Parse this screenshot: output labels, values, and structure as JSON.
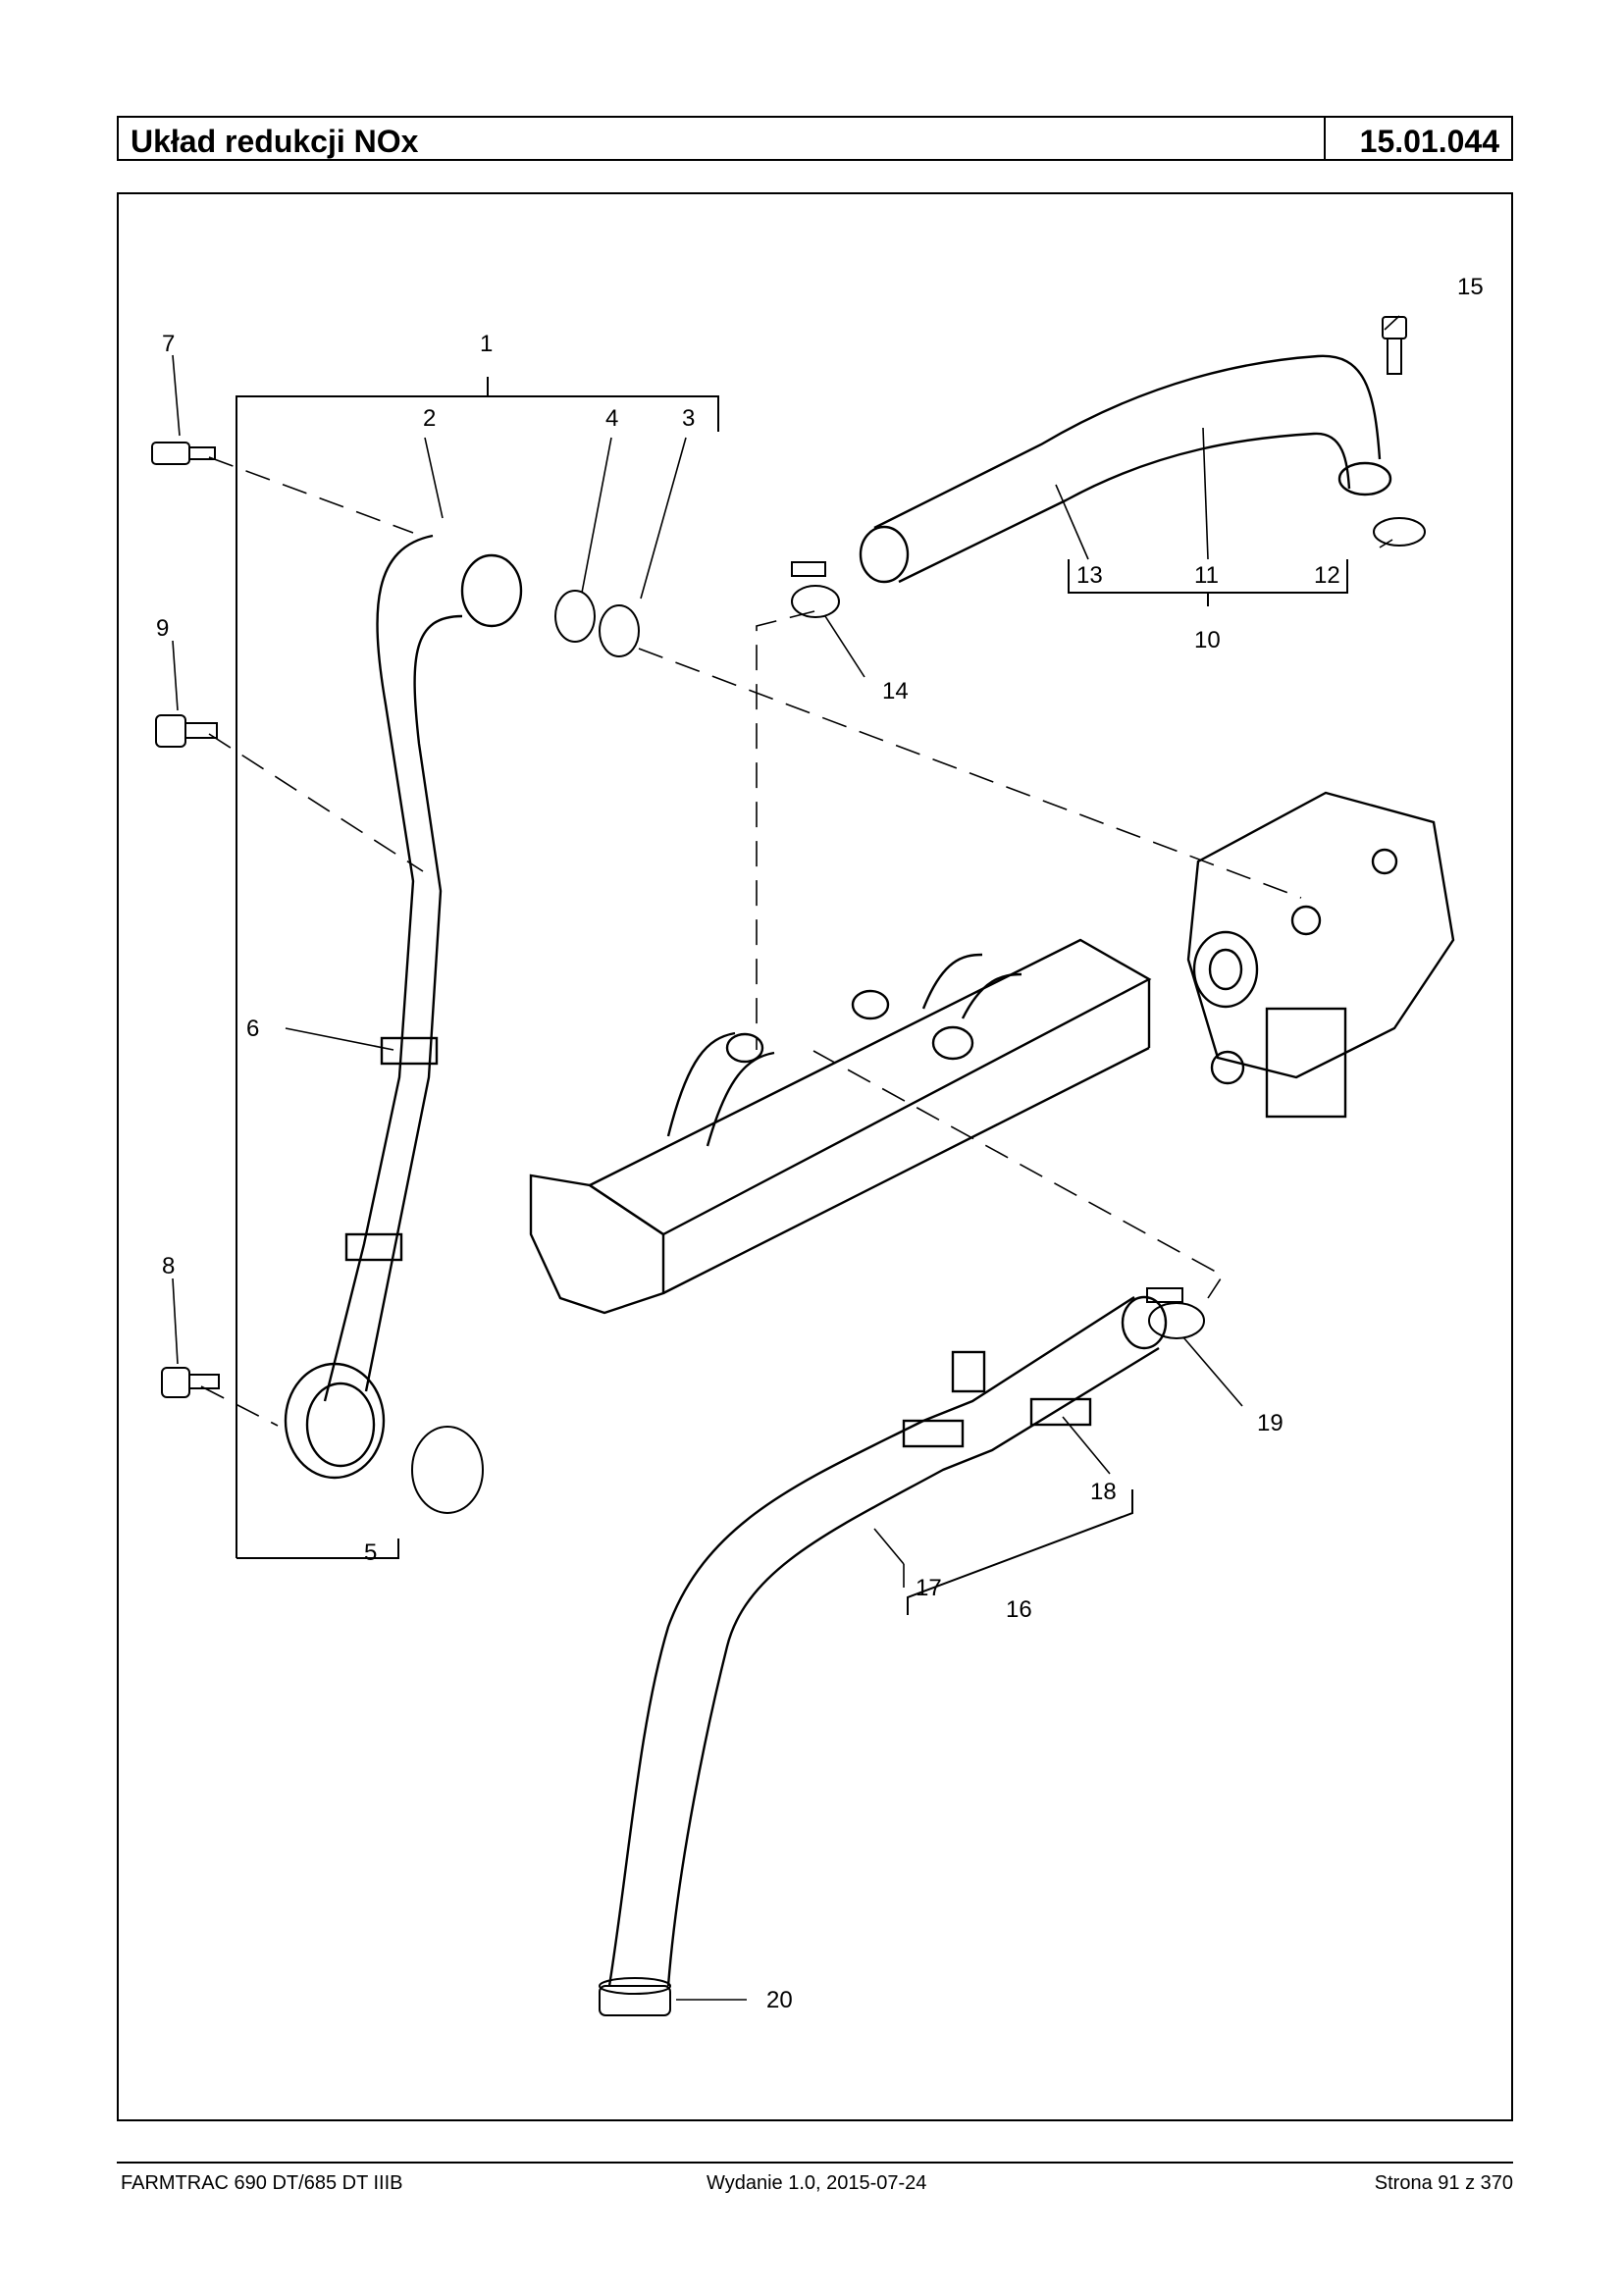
{
  "header": {
    "title": "Układ redukcji NOx",
    "code": "15.01.044"
  },
  "diagram": {
    "callouts": [
      "1",
      "2",
      "3",
      "4",
      "5",
      "6",
      "7",
      "8",
      "9",
      "10",
      "11",
      "12",
      "13",
      "14",
      "15",
      "16",
      "17",
      "18",
      "19",
      "20"
    ]
  },
  "footer": {
    "model": "FARMTRAC 690 DT/685 DT IIIB",
    "edition": "Wydanie 1.0,  2015-07-24",
    "page": "Strona 91 z 370"
  }
}
